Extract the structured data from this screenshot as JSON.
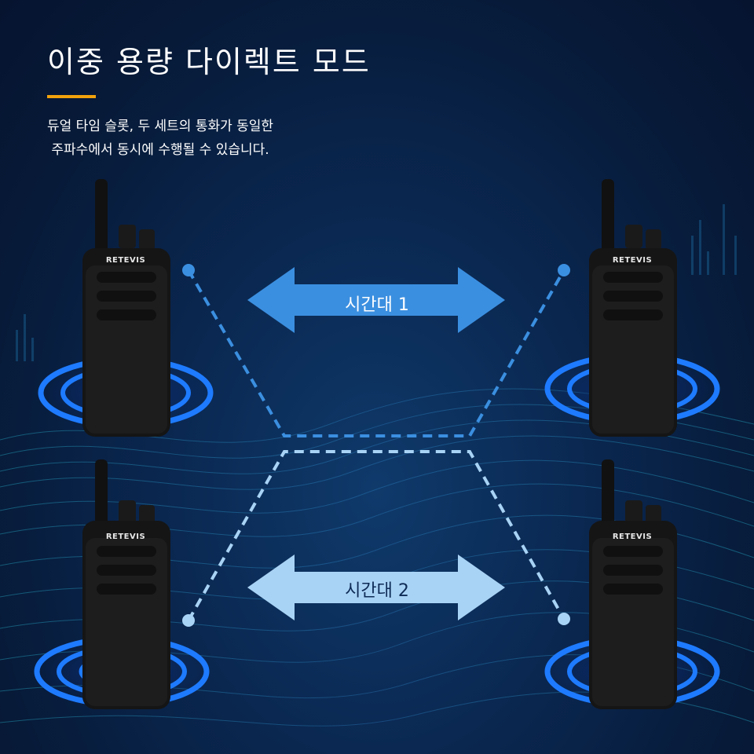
{
  "header": {
    "title": "이중 용량 다이렉트 모드",
    "subtitle_line1": "듀얼 타임 슬롯, 두 세트의 통화가 동일한",
    "subtitle_line2": " 주파수에서 동시에 수행될 수 있습니다."
  },
  "slots": [
    {
      "label": "시간대 1",
      "color": "#3b8fe0"
    },
    {
      "label": "시간대 2",
      "color": "#a9d3f5"
    }
  ],
  "radios": [
    {
      "brand": "RETEVIS"
    },
    {
      "brand": "RETEVIS"
    },
    {
      "brand": "RETEVIS"
    },
    {
      "brand": "RETEVIS"
    }
  ],
  "colors": {
    "accent": "#f2a20c",
    "ring": "#1e7bff",
    "background": "#0a2750"
  }
}
